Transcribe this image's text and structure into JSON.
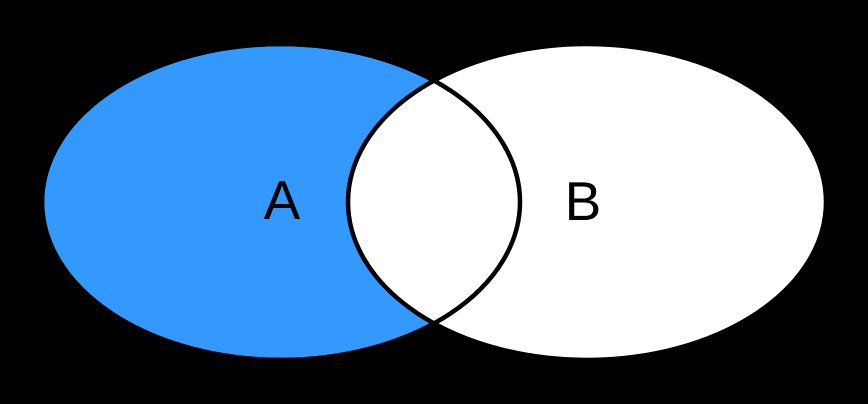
{
  "diagram": {
    "type": "venn",
    "description": "Two-set Venn diagram with left set region highlighted and intersection unhighlighted (set difference A minus B)"
  },
  "labels": {
    "set_a": "A",
    "set_b": "B"
  },
  "colors": {
    "background": "#000000",
    "set_a_fill": "#3399ff",
    "set_b_fill": "#ffffff",
    "intersection_fill": "#ffffff",
    "outline": "#000000",
    "label_color": "#000000"
  }
}
